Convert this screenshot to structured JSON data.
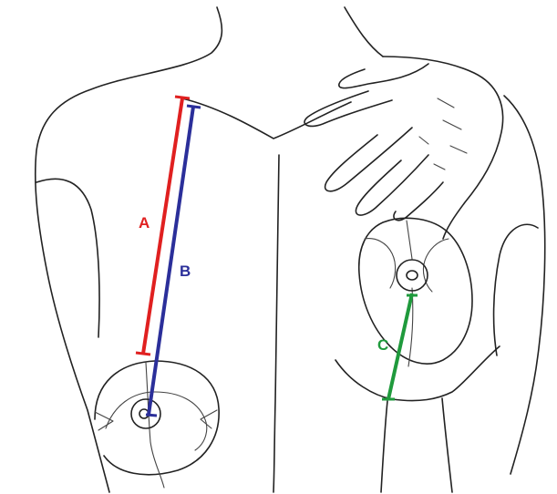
{
  "diagram": {
    "labels": {
      "a": "A",
      "b": "B",
      "c": "C"
    },
    "colors": {
      "a": "#e02020",
      "b": "#2b2f9a",
      "c": "#1f9a3c",
      "outline": "#222222"
    }
  }
}
